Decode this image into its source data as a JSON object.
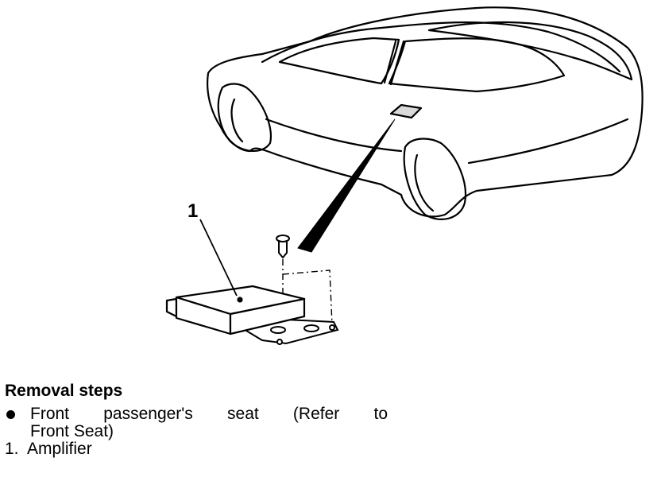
{
  "figure": {
    "callout": "1"
  },
  "steps": {
    "title": "Removal steps",
    "items": [
      {
        "marker": "bullet",
        "line1": "Front passenger's seat (Refer to",
        "line2": "Front Seat)"
      },
      {
        "marker": "1.",
        "line1": "Amplifier"
      }
    ]
  }
}
